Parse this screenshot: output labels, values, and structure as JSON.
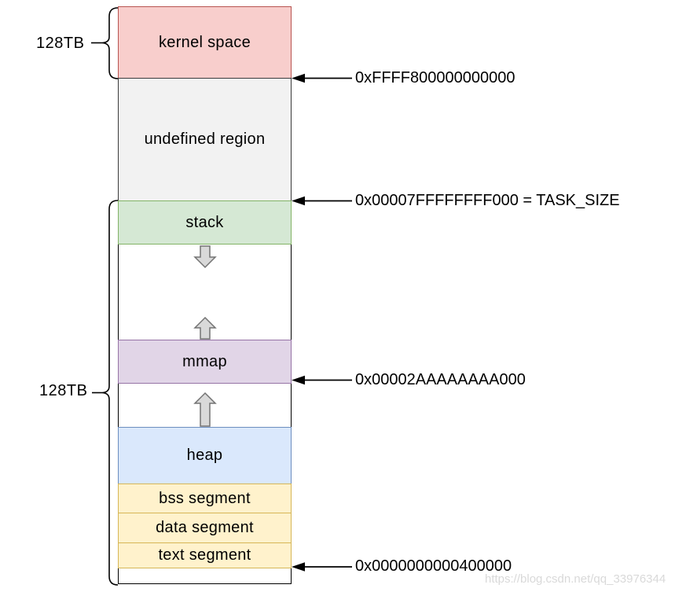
{
  "diagram": {
    "description": "Linux x86_64 virtual memory layout diagram",
    "regions": {
      "kernel": {
        "label": "kernel space",
        "fill": "#f8cecc",
        "border": "#b85450"
      },
      "undefined": {
        "label": "undefined region",
        "fill": "#f2f2f2",
        "border": "#3b3b3b"
      },
      "stack": {
        "label": "stack",
        "fill": "#d5e8d4",
        "border": "#82b366"
      },
      "mmap": {
        "label": "mmap",
        "fill": "#e1d5e7",
        "border": "#9673a6"
      },
      "heap": {
        "label": "heap",
        "fill": "#dae8fc",
        "border": "#6c8ebf"
      },
      "bss_seg": {
        "label": "bss segment",
        "fill": "#fff2cc",
        "border": "#d6b656"
      },
      "data_seg": {
        "label": "data segment",
        "fill": "#fff2cc",
        "border": "#d6b656"
      },
      "text_seg": {
        "label": "text segment",
        "fill": "#fff2cc",
        "border": "#d6b656"
      }
    },
    "size_labels": {
      "upper": "128TB",
      "lower": "128TB"
    },
    "addresses": {
      "kernel_base": "0xFFFF800000000000",
      "task_size": "0x00007FFFFFFFF000 = TASK_SIZE",
      "mmap_base": "0x00002AAAAAAAA000",
      "text_base": "0x0000000000400000"
    },
    "growth_arrows": {
      "stack_growth": "down",
      "mmap_growth": "up",
      "heap_growth": "up",
      "arrow_fill": "#d9d9d9",
      "arrow_border": "#737373"
    },
    "watermark": "https://blog.csdn.net/qq_33976344"
  }
}
